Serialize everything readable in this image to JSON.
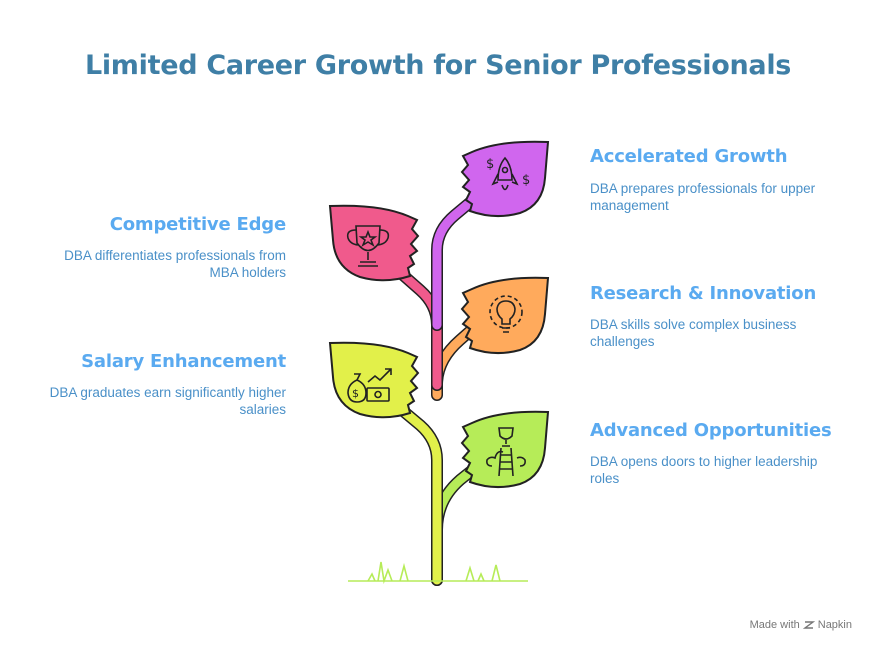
{
  "title": "Limited Career Growth for Senior Professionals",
  "colors": {
    "title": "#3f7fa6",
    "heading": "#5aaaf0",
    "text": "#4a90c8",
    "leaf_purple": "#d066ee",
    "leaf_pink": "#f05a8c",
    "leaf_orange": "#ffaa5c",
    "leaf_yellow": "#e2f04a",
    "leaf_green": "#b6ec58"
  },
  "items": [
    {
      "title": "Accelerated Growth",
      "desc": "DBA prepares professionals for upper management",
      "icon": "rocket-money-icon"
    },
    {
      "title": "Competitive Edge",
      "desc": "DBA differentiates professionals from MBA holders",
      "icon": "trophy-star-icon"
    },
    {
      "title": "Research & Innovation",
      "desc": "DBA skills solve complex business challenges",
      "icon": "lightbulb-gear-icon"
    },
    {
      "title": "Salary Enhancement",
      "desc": "DBA graduates earn significantly higher salaries",
      "icon": "money-growth-icon"
    },
    {
      "title": "Advanced Opportunities",
      "desc": "DBA opens doors to higher leadership roles",
      "icon": "ladder-trophy-icon"
    }
  ],
  "footer": {
    "made_with": "Made with",
    "brand": "Napkin"
  }
}
